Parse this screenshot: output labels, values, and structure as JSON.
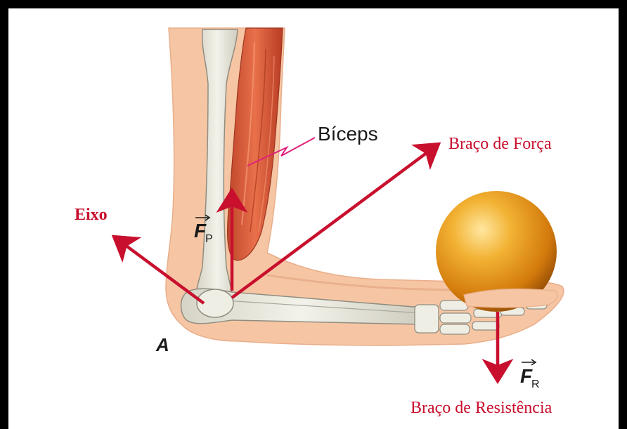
{
  "labels": {
    "biceps": "Bíceps",
    "braco_forca": "Braço de Força",
    "eixo": "Eixo",
    "point_a": "A",
    "force_p_symbol": "F",
    "force_p_sub": "P",
    "force_r_symbol": "F",
    "force_r_sub": "R",
    "braco_resistencia": "Braço de Resistência"
  },
  "colors": {
    "arrow": "#c8102e",
    "label_red": "#c8102e",
    "skin": "#f6c6a4",
    "bone": "#ecebe1",
    "muscle": "#d9573a",
    "ball": "#e99a17",
    "pointer_line": "#e0207a",
    "frame": "#000000"
  }
}
